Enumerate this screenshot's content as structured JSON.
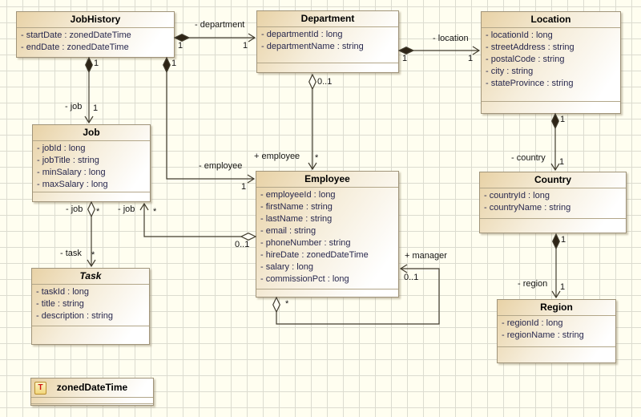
{
  "classes": {
    "jobHistory": {
      "name": "JobHistory",
      "attrs": [
        "- startDate : zonedDateTime",
        "- endDate : zonedDateTime"
      ]
    },
    "department": {
      "name": "Department",
      "attrs": [
        "- departmentId : long",
        "- departmentName : string"
      ]
    },
    "location": {
      "name": "Location",
      "attrs": [
        "- locationId : long",
        "- streetAddress : string",
        "- postalCode : string",
        "- city : string",
        "- stateProvince : string"
      ]
    },
    "job": {
      "name": "Job",
      "attrs": [
        "- jobId : long",
        "- jobTitle : string",
        "- minSalary : long",
        "- maxSalary : long"
      ]
    },
    "employee": {
      "name": "Employee",
      "attrs": [
        "- employeeId : long",
        "- firstName : string",
        "- lastName : string",
        "- email : string",
        "- phoneNumber : string",
        "- hireDate : zonedDateTime",
        "- salary : long",
        "- commissionPct : long"
      ]
    },
    "country": {
      "name": "Country",
      "attrs": [
        "- countryId : long",
        "- countryName : string"
      ]
    },
    "task": {
      "name": "Task",
      "attrs": [
        "- taskId : long",
        "- title : string",
        "- description : string"
      ]
    },
    "region": {
      "name": "Region",
      "attrs": [
        "- regionId : long",
        "- regionName : string"
      ]
    }
  },
  "datatype": {
    "name": "zonedDateTime",
    "badge": "T"
  },
  "edges": {
    "jobhistory_department": {
      "type": "composition",
      "label": "- department",
      "source_mult": "1",
      "target_mult": "1"
    },
    "department_location": {
      "type": "composition",
      "label": "- location",
      "source_mult": "1",
      "target_mult": "1"
    },
    "jobhistory_job": {
      "type": "composition",
      "label": "- job",
      "source_mult": "1",
      "target_mult": "1"
    },
    "jobhistory_employee": {
      "type": "composition",
      "label": "- employee",
      "source_mult": "1",
      "target_mult": "1"
    },
    "department_employee": {
      "type": "aggregation",
      "label": "+ employee",
      "source_mult": "0..1",
      "target_mult": "*"
    },
    "employee_job": {
      "type": "aggregation",
      "label": "- job",
      "source_mult": "0..1",
      "target_mult": "*"
    },
    "job_task": {
      "type": "aggregation",
      "label": "- task",
      "source_role": "- job",
      "source_mult": "*",
      "target_mult": "*"
    },
    "employee_manager": {
      "type": "aggregation",
      "label": "+ manager",
      "source_mult": "*",
      "target_mult": "0..1"
    },
    "location_country": {
      "type": "composition",
      "label": "- country",
      "source_mult": "1",
      "target_mult": "1"
    },
    "country_region": {
      "type": "composition",
      "label": "- region",
      "source_mult": "1",
      "target_mult": "1"
    }
  },
  "colors": {
    "canvas_bg": "#fffef0",
    "grid_line": "#dcdcd0",
    "node_fill": "#e8d2a6",
    "node_border": "#a0947a",
    "attr_text": "#28284e",
    "edge_line": "#413c2e",
    "badge_bg": "#f2d67a",
    "badge_text": "#cc1111"
  }
}
